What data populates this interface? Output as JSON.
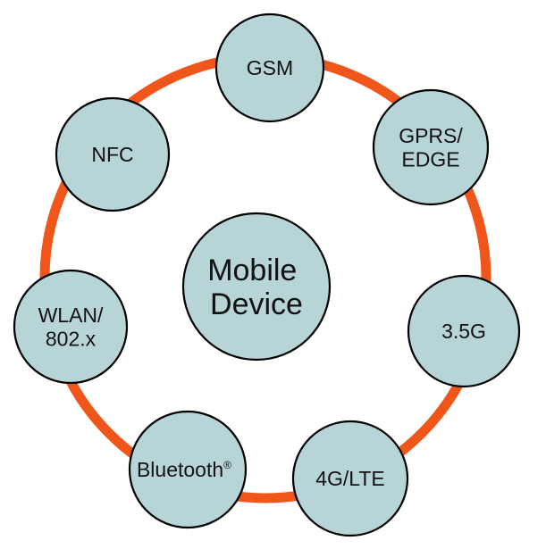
{
  "colors": {
    "ring": "#f0551a",
    "node_fill": "#b7d5d7",
    "node_stroke": "#000000",
    "text": "#111111",
    "background": "#ffffff"
  },
  "center": {
    "lines": [
      "Mobile",
      "Device"
    ]
  },
  "nodes": [
    {
      "id": "gsm",
      "lines": [
        "GSM"
      ]
    },
    {
      "id": "gprs-edge",
      "lines": [
        "GPRS/",
        "EDGE"
      ]
    },
    {
      "id": "3-5g",
      "lines": [
        "3.5G"
      ]
    },
    {
      "id": "4g-lte",
      "lines": [
        "4G/LTE"
      ]
    },
    {
      "id": "bluetooth",
      "lines": [
        "Bluetooth"
      ],
      "superscript": "®"
    },
    {
      "id": "wlan",
      "lines": [
        "WLAN/",
        "802.x"
      ]
    },
    {
      "id": "nfc",
      "lines": [
        "NFC"
      ]
    }
  ]
}
